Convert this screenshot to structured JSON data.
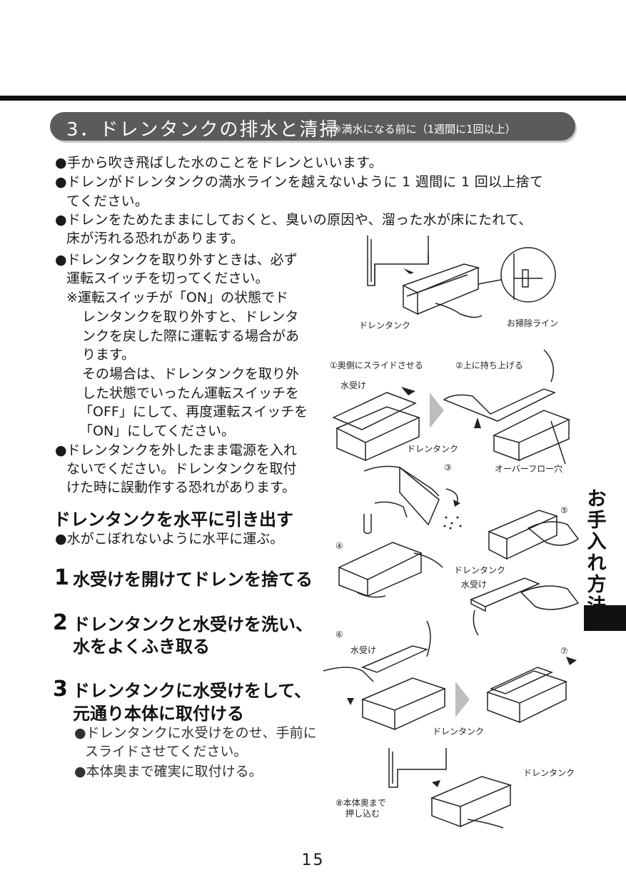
{
  "section": {
    "title": "3．ドレンタンクの排水と清掃",
    "subtitle": "※満水になる前に（1週間に1回以上）"
  },
  "intro": {
    "b1": "●手から吹き飛ばした水のことをドレンといいます。",
    "b2_l1": "●ドレンがドレンタンクの満水ラインを越えないように 1 週間に 1 回以上捨て",
    "b2_l2": "てください。",
    "b3_l1": "●ドレンをためたままにしておくと、臭いの原因や、溜った水が床にたれて、",
    "b3_l2": "床が汚れる恐れがあります。"
  },
  "caution": {
    "b1_l1": "●ドレンタンクを取り外すときは、必ず",
    "b1_l2": "運転スイッチを切ってください。",
    "n_l1": "※運転スイッチが「ON」の状態でド",
    "n_l2": "レンタンクを取り外すと、ドレンタ",
    "n_l3": "ンクを戻した際に運転する場合があ",
    "n_l4": "ります。",
    "n_l5": "その場合は、ドレンタンクを取り外",
    "n_l6": "した状態でいったん運転スイッチを",
    "n_l7": "「OFF」にして、再度運転スイッチを",
    "n_l8": "「ON」にしてください。",
    "b2_l1": "●ドレンタンクを外したまま電源を入れ",
    "b2_l2": "ないでください。ドレンタンクを取付",
    "b2_l3": "けた時に誤動作する恐れがあります。"
  },
  "pull": {
    "heading": "ドレンタンクを水平に引き出す",
    "note": "●水がこぼれないように水平に運ぶ。"
  },
  "steps": {
    "s1_num": "1",
    "s1_text": "水受けを開けてドレンを捨てる",
    "s2_num": "2",
    "s2_l1": "ドレンタンクと水受けを洗い、",
    "s2_l2": "水をよくふき取る",
    "s3_num": "3",
    "s3_l1": "ドレンタンクに水受けをして、",
    "s3_l2": "元通り本体に取付ける",
    "s3_n1_l1": "●ドレンタンクに水受けをのせ、手前に",
    "s3_n1_l2": "スライドさせてください。",
    "s3_n2": "●本体奥まで確実に取付ける。"
  },
  "labels": {
    "drain_tank": "ドレンタンク",
    "clean_line": "お掃除ライン",
    "step1": "①奥側にスライドさせる",
    "step2": "②上に持ち上げる",
    "water_tray": "水受け",
    "overflow_hole": "オーバーフロー穴",
    "step3": "③",
    "step4": "④",
    "step5": "⑤",
    "step6": "⑥",
    "step7": "⑦",
    "step8_l1": "⑧本体奥まで",
    "step8_l2": "押し込む"
  },
  "side_tab": {
    "chars": [
      "お",
      "手",
      "入",
      "れ",
      "方",
      "法"
    ]
  },
  "page_number": "15"
}
